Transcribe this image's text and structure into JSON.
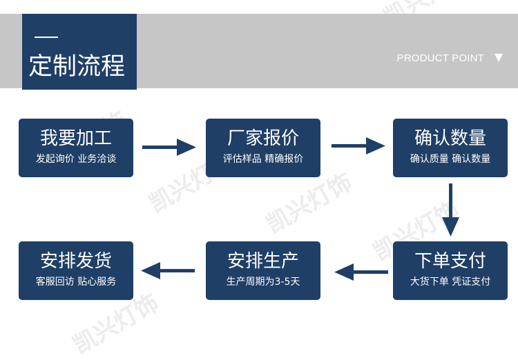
{
  "header": {
    "title": "定制流程",
    "tagline": "PRODUCT POINT"
  },
  "steps": [
    {
      "title": "我要加工",
      "subtitle": "发起询价 业务洽谈"
    },
    {
      "title": "厂家报价",
      "subtitle": "评估样品 精确报价"
    },
    {
      "title": "确认数量",
      "subtitle": "确认质量 确认数量"
    },
    {
      "title": "下单支付",
      "subtitle": "大货下单 凭证支付"
    },
    {
      "title": "安排生产",
      "subtitle": "生产周期为3-5天"
    },
    {
      "title": "安排发货",
      "subtitle": "客服回访 贴心服务"
    }
  ],
  "watermark": "凯兴灯饰",
  "colors": {
    "primary": "#1f3f66",
    "band": "#c6c6c6",
    "background": "#ffffff"
  }
}
